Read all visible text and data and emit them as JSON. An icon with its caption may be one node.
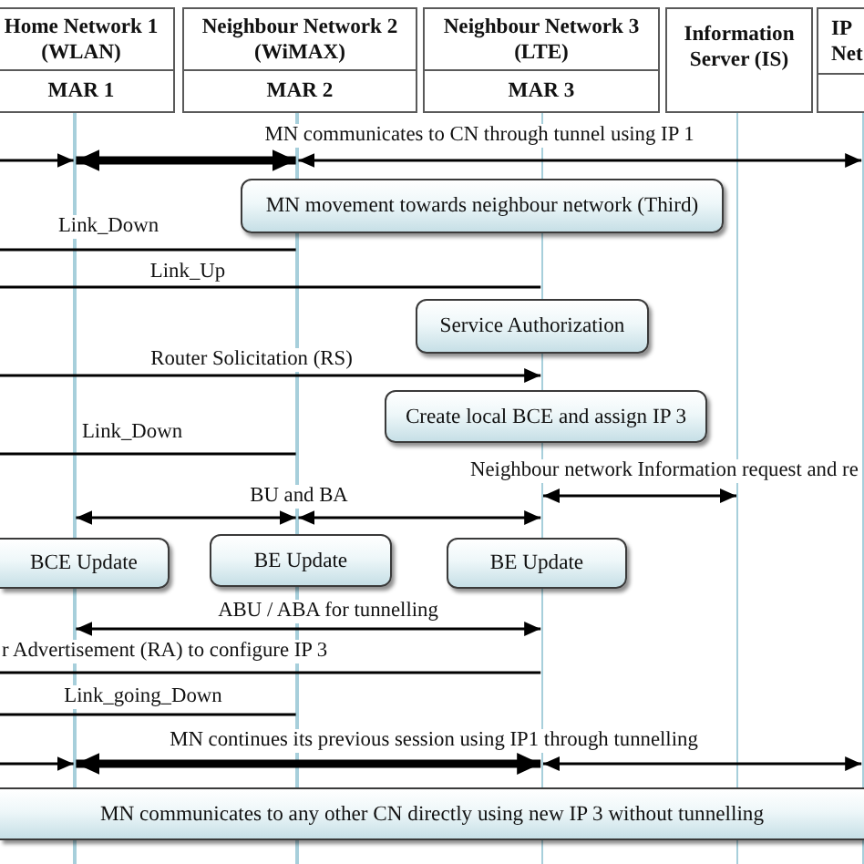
{
  "diagram": {
    "nodes": [
      {
        "text": [
          "Home Network 1 (WLAN)",
          "MAR 1"
        ]
      },
      {
        "text": [
          "Neighbour Network 2 (WiMAX)",
          "MAR 2"
        ]
      },
      {
        "text": [
          "Neighbour Network 3 (LTE)",
          "MAR 3"
        ]
      },
      {
        "text": [
          "Information Server (IS)"
        ]
      },
      {
        "text": [
          "IP Net"
        ]
      },
      {
        "text": [],
        "shape": "line"
      },
      {
        "text": [],
        "shape": "line"
      },
      {
        "text": [],
        "shape": "line"
      },
      {
        "text": [],
        "shape": "line"
      },
      {
        "text": [],
        "shape": "line"
      },
      {
        "text": [
          "MN movement towards neighbour network (Third)"
        ]
      },
      {
        "text": [
          "Service Authorization"
        ]
      },
      {
        "text": [
          "Create local BCE and assign IP 3"
        ]
      },
      {
        "text": [
          "BCE Update"
        ]
      },
      {
        "text": [
          "BE Update"
        ]
      },
      {
        "text": [
          "BE Update"
        ]
      },
      {
        "text": [
          "MN communicates to any other CN directly using new IP 3 without tunnelling"
        ]
      }
    ],
    "edges": [
      {
        "from": null,
        "to": 5,
        "arrow": "to"
      },
      {
        "from": 5,
        "to": 6,
        "arrow": "both",
        "style": "thick"
      },
      {
        "from": 6,
        "to": 9,
        "arrow": "both"
      },
      {
        "from": null,
        "to": 6,
        "arrow": "none",
        "label": "Link_Down"
      },
      {
        "from": null,
        "to": 7,
        "arrow": "none",
        "label": "Link_Up"
      },
      {
        "from": null,
        "to": 7,
        "arrow": "to",
        "label": "Router Solicitation (RS)"
      },
      {
        "from": null,
        "to": 6,
        "arrow": "none",
        "label": "Link_Down"
      },
      {
        "from": 7,
        "to": 8,
        "arrow": "both",
        "label": "Neighbour network Information request and re"
      },
      {
        "from": 5,
        "to": 6,
        "arrow": "both"
      },
      {
        "from": 6,
        "to": 7,
        "arrow": "both"
      },
      {
        "from": 5,
        "to": 7,
        "arrow": "both",
        "label": "ABU / ABA for tunnelling"
      },
      {
        "from": null,
        "to": 7,
        "arrow": "none",
        "label": "r Advertisement (RA) to configure IP 3"
      },
      {
        "from": null,
        "to": 6,
        "arrow": "none",
        "label": "Link_going_Down"
      },
      {
        "from": null,
        "to": 5,
        "arrow": "to"
      },
      {
        "from": 5,
        "to": 7,
        "arrow": "both",
        "style": "thick"
      },
      {
        "from": 7,
        "to": 9,
        "arrow": "both"
      }
    ],
    "labels": [
      "MN communicates to CN through tunnel using IP 1",
      "BU and BA",
      "MN continues its previous session using IP1 through tunnelling"
    ]
  }
}
